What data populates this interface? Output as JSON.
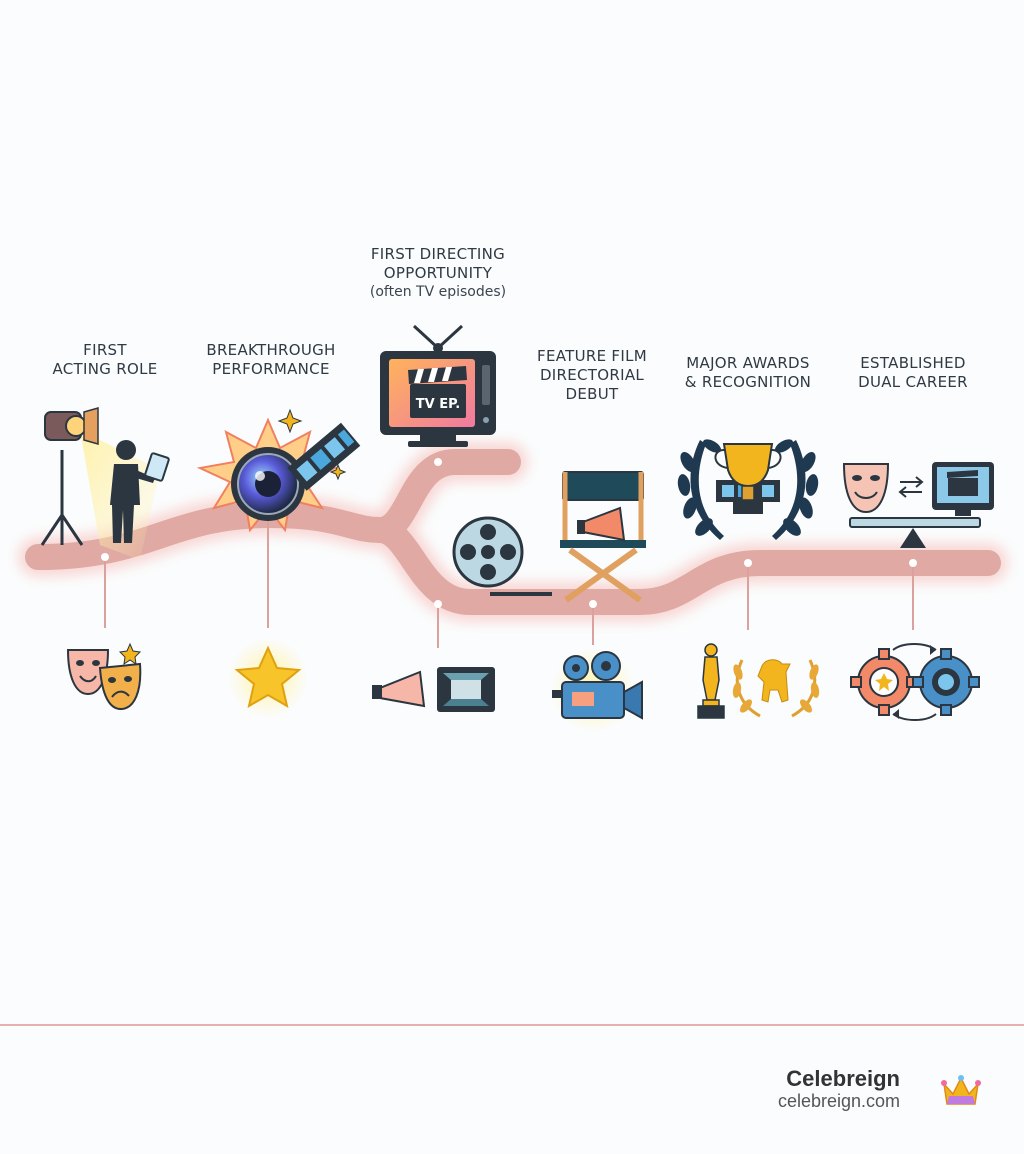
{
  "milestones": [
    {
      "line1": "FIRST",
      "line2": "ACTING ROLE",
      "sub": ""
    },
    {
      "line1": "BREAKTHROUGH",
      "line2": "PERFORMANCE",
      "sub": ""
    },
    {
      "line1": "FIRST DIRECTING",
      "line2": "OPPORTUNITY",
      "sub": "(often TV episodes)"
    },
    {
      "line1": "FEATURE FILM",
      "line2": "DIRECTORIAL",
      "sub": "DEBUT"
    },
    {
      "line1": "MAJOR AWARDS",
      "line2": "& RECOGNITION",
      "sub": ""
    },
    {
      "line1": "ESTABLISHED",
      "line2": "DUAL CAREER",
      "sub": ""
    }
  ],
  "tv_label": "TV EP.",
  "brand": {
    "name": "Celebreign",
    "url": "celebreign.com"
  },
  "colors": {
    "path": "#e0a9a4",
    "path_glow": "#f5c8c4",
    "accent_blue": "#4a90c8",
    "accent_gold": "#f2b51e"
  },
  "icons": [
    "spotlight-icon",
    "actor-with-script-icon",
    "camera-lens-burst-icon",
    "film-strip-icon",
    "tv-icon",
    "clapperboard-icon",
    "film-reel-icon",
    "director-chair-icon",
    "megaphone-icon",
    "trophy-icon",
    "laurel-wreath-icon",
    "theater-masks-icon",
    "monitor-icon",
    "star-icon",
    "screen-icon",
    "movie-camera-icon",
    "oscar-statue-icon",
    "bear-award-icon",
    "gears-icon",
    "crown-icon"
  ]
}
